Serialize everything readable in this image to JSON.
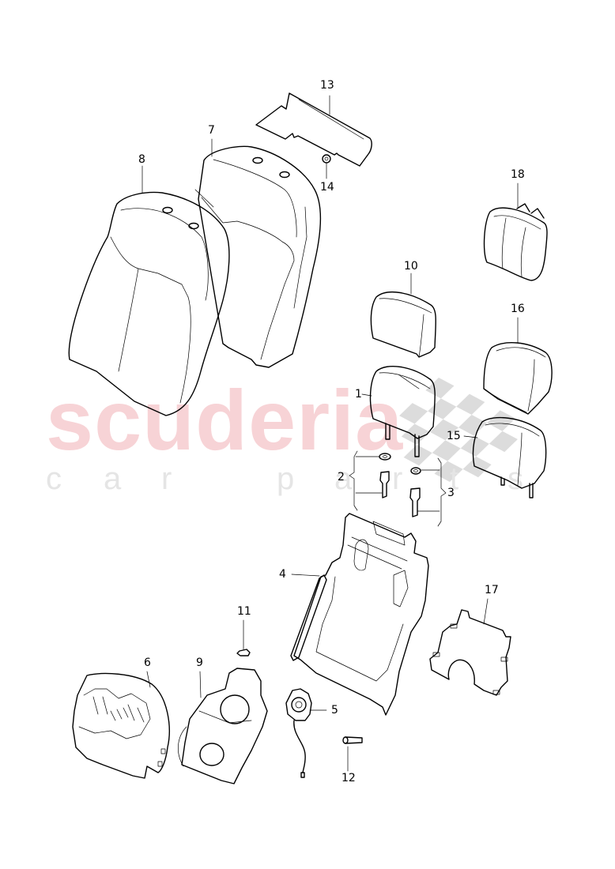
{
  "diagram": {
    "type": "exploded parts diagram",
    "subject": "seat backrest assembly with head restraints",
    "watermark": {
      "brand": "scuderia",
      "tagline_letters": [
        "c",
        "a",
        "r",
        "",
        "p",
        "a",
        "r",
        "t",
        "s"
      ],
      "brand_color": "#f7d3d6",
      "tagline_color": "#e5e5e5",
      "flag_color": "#dcdcdc"
    },
    "callouts": [
      {
        "id": "1",
        "part": "head restraint"
      },
      {
        "id": "2",
        "part": "guide sleeve set (washer + sleeve)"
      },
      {
        "id": "3",
        "part": "guide sleeve set with release (washer + sleeve)"
      },
      {
        "id": "4",
        "part": "backrest frame"
      },
      {
        "id": "5",
        "part": "loudspeaker"
      },
      {
        "id": "6",
        "part": "backrest padding support"
      },
      {
        "id": "7",
        "part": "backrest padding"
      },
      {
        "id": "8",
        "part": "backrest cover"
      },
      {
        "id": "9",
        "part": "backrest panel with lumbar support"
      },
      {
        "id": "10",
        "part": "head restraint cover"
      },
      {
        "id": "11",
        "part": "clip"
      },
      {
        "id": "12",
        "part": "bolt"
      },
      {
        "id": "13",
        "part": "trim panel"
      },
      {
        "id": "14",
        "part": "nut"
      },
      {
        "id": "15",
        "part": "head restraint"
      },
      {
        "id": "16",
        "part": "head restraint"
      },
      {
        "id": "17",
        "part": "heating mat"
      },
      {
        "id": "18",
        "part": "head restraint"
      }
    ]
  }
}
